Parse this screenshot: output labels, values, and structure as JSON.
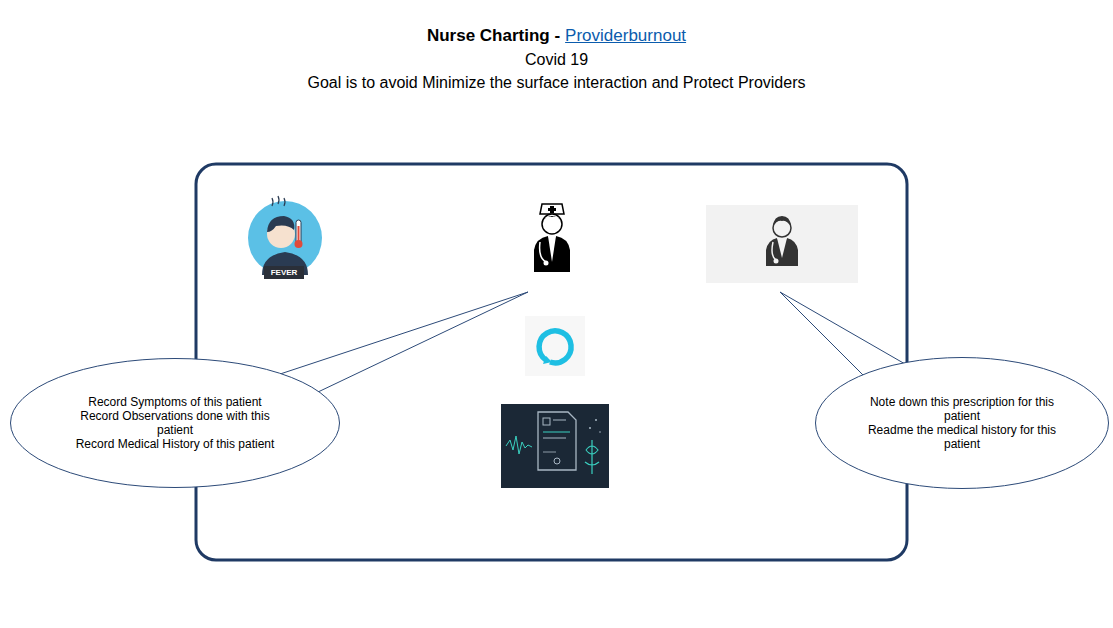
{
  "diagram": {
    "title": "Nurse Charting -",
    "nodes": [
      {
        "text": [
          "Record Symptoms of this patient",
          "Record Observations done with this patient",
          "Record Medical History of this patient"
        ]
      },
      {
        "text": [
          "Note down this prescription for this patient",
          "Readme the medical history for this patient"
        ]
      }
    ],
    "labels": [
      "Providerburnout",
      "Covid 19",
      "Goal is to avoid Minimize the surface interaction and Protect Providers",
      "FEVER"
    ]
  }
}
